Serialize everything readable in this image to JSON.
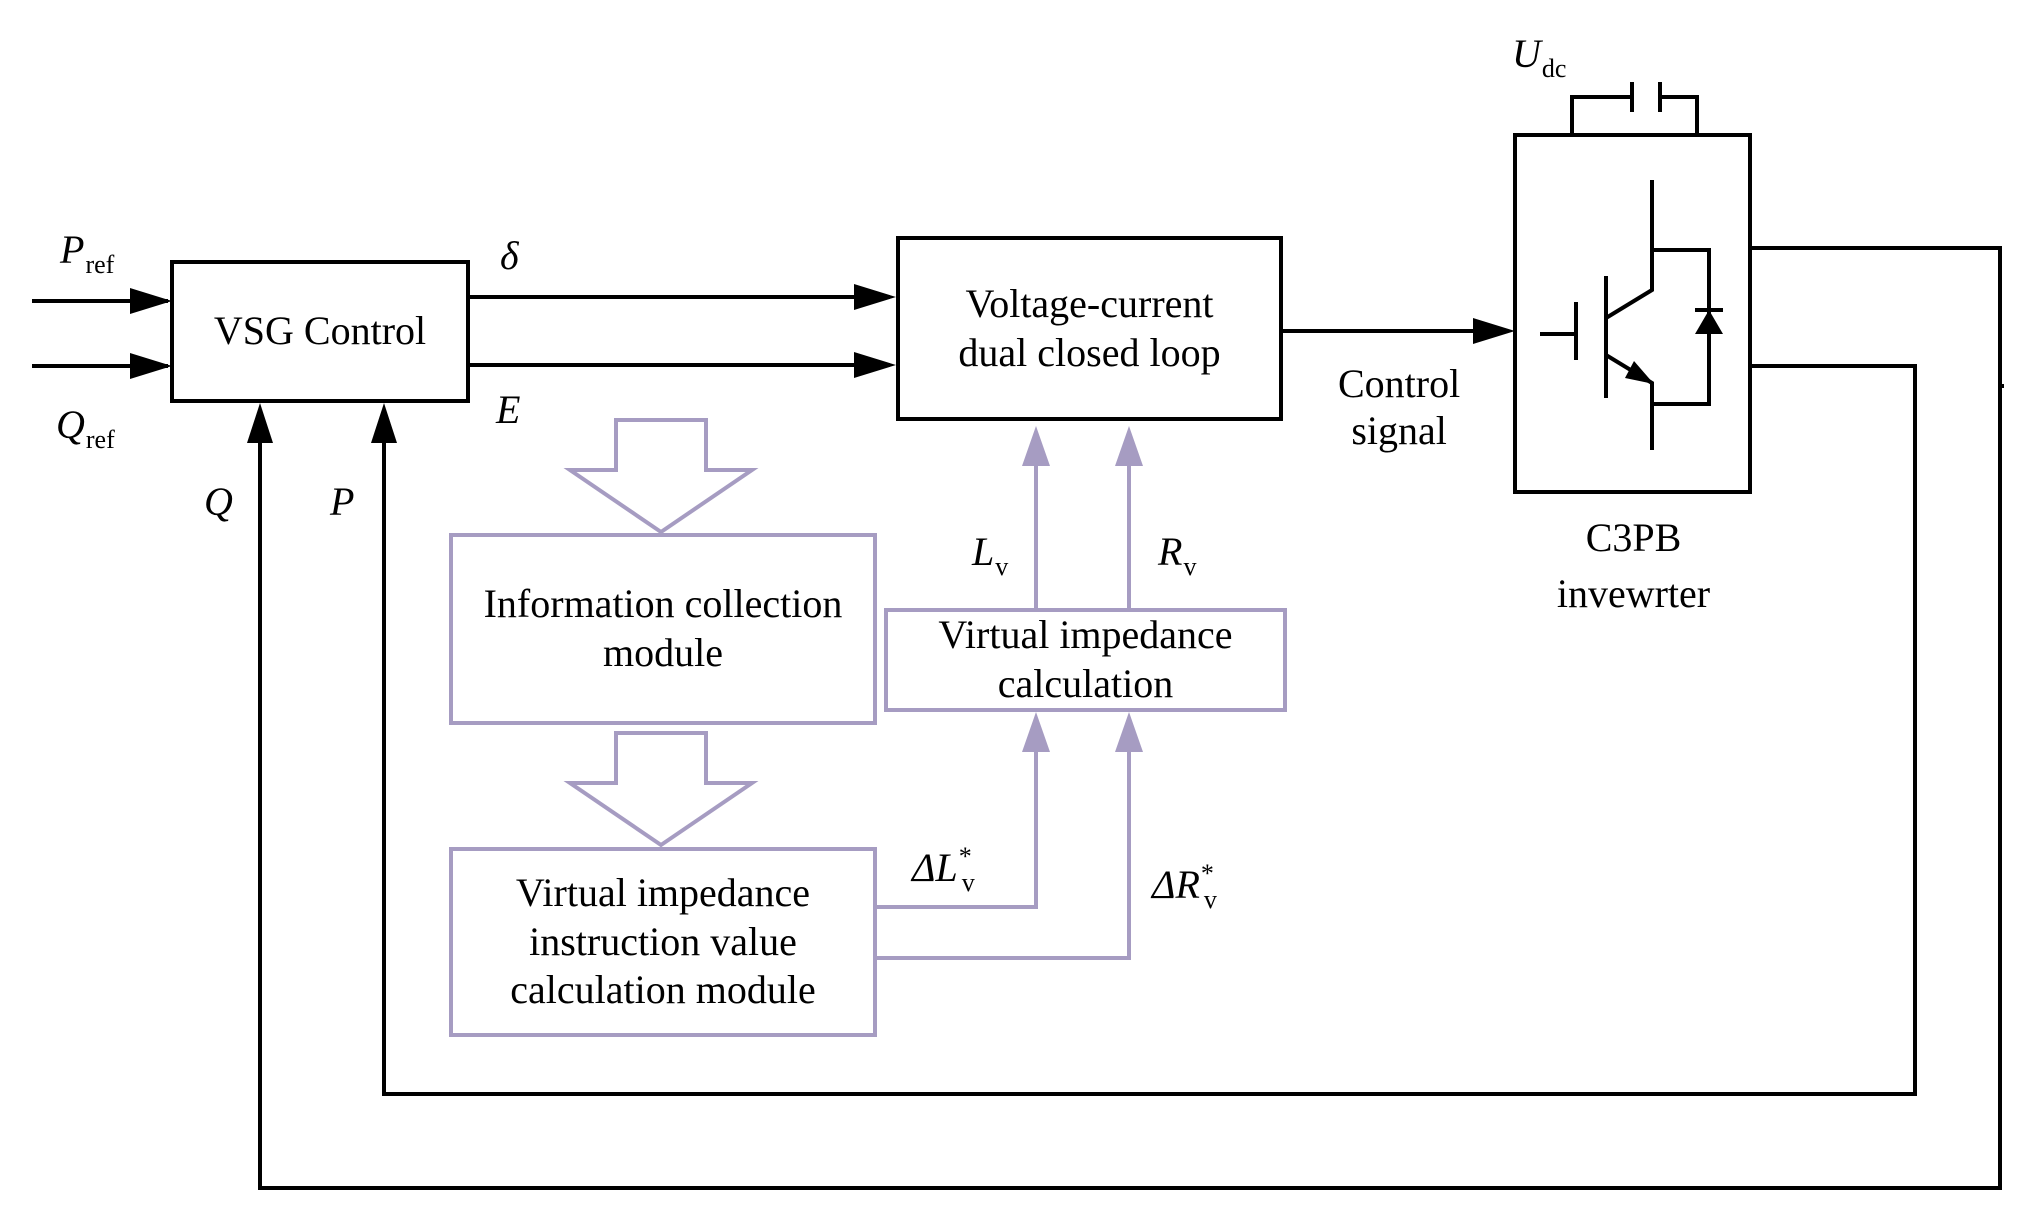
{
  "blocks": {
    "vsg": {
      "label": "VSG Control"
    },
    "loop": {
      "line1": "Voltage-current",
      "line2": "dual closed loop"
    },
    "info": {
      "line1": "Information collection",
      "line2": "module"
    },
    "instr": {
      "line1": "Virtual impedance",
      "line2": "instruction value",
      "line3": "calculation module"
    },
    "vic": {
      "line1": "Virtual impedance",
      "line2": "calculation"
    },
    "inverter": {
      "line1": "C3PB",
      "line2": "invewrter"
    }
  },
  "signals": {
    "pref": {
      "main": "P",
      "sub": "ref"
    },
    "qref": {
      "main": "Q",
      "sub": "ref"
    },
    "q": "Q",
    "p": "P",
    "delta": "δ",
    "e": "E",
    "control_line1": "Control",
    "control_line2": "signal",
    "lv": {
      "main": "L",
      "sub": "v"
    },
    "rv": {
      "main": "R",
      "sub": "v"
    },
    "dlv": {
      "main": "ΔL",
      "sup": "*",
      "sub": "v"
    },
    "drv": {
      "main": "ΔR",
      "sup": "*",
      "sub": "v"
    },
    "udc": {
      "main": "U",
      "sub": "dc"
    }
  },
  "colors": {
    "line": "#000000",
    "accent": "#a69cc2"
  }
}
